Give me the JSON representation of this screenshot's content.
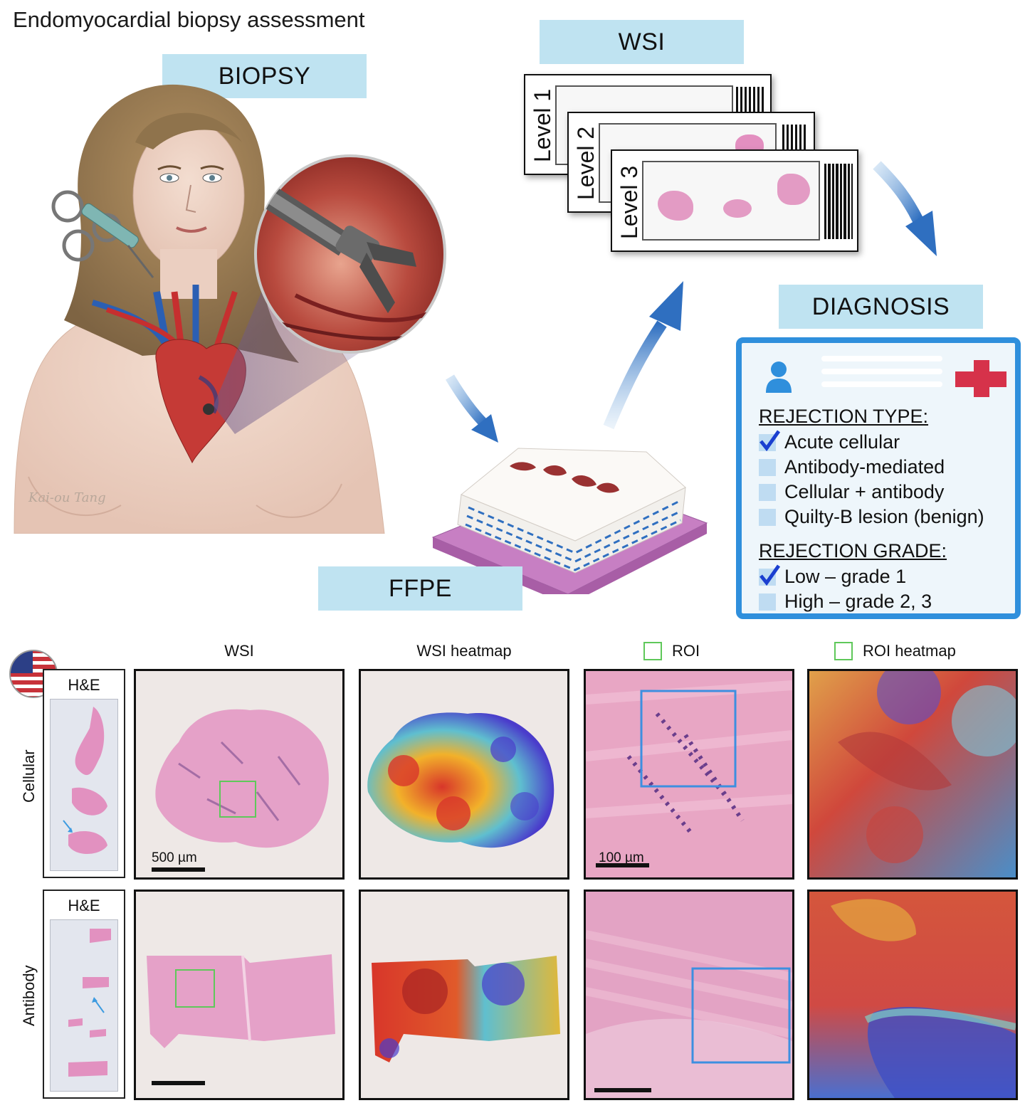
{
  "title": "Endomyocardial biopsy assessment",
  "tags": {
    "biopsy": "BIOPSY",
    "wsi": "WSI",
    "diagnosis": "DIAGNOSIS",
    "ffpe": "FFPE"
  },
  "slides": [
    {
      "label": "Level 1"
    },
    {
      "label": "Level 2"
    },
    {
      "label": "Level 3"
    }
  ],
  "signature": "Kai-ou Tang",
  "diagnosis": {
    "rejection_type_heading": "REJECTION TYPE:",
    "rejection_types": [
      {
        "label": "Acute cellular",
        "checked": true
      },
      {
        "label": "Antibody-mediated",
        "checked": false
      },
      {
        "label": "Cellular + antibody",
        "checked": false
      },
      {
        "label": "Quilty-B lesion (benign)",
        "checked": false
      }
    ],
    "rejection_grade_heading": "REJECTION GRADE:",
    "rejection_grades": [
      {
        "label": "Low – grade 1",
        "checked": true
      },
      {
        "label": "High – grade 2, 3",
        "checked": false
      }
    ]
  },
  "bottom": {
    "column_headers": {
      "wsi": "WSI",
      "wsi_heatmap": "WSI heatmap",
      "roi": "ROI",
      "roi_heatmap": "ROI heatmap"
    },
    "stain_label": "H&E",
    "rows": [
      {
        "label": "Cellular",
        "wsi_scale": "500 µm",
        "roi_scale": "100 µm"
      },
      {
        "label": "Antibody"
      }
    ]
  },
  "colors": {
    "tag_bg": "#bfe3f1",
    "panel_border": "#2f8fdc",
    "roi_box": "#5fc85a",
    "roi_heatmap_box": "#3d8fe0",
    "he_pink": "#e69ac4",
    "check": "#1b3fd0"
  }
}
